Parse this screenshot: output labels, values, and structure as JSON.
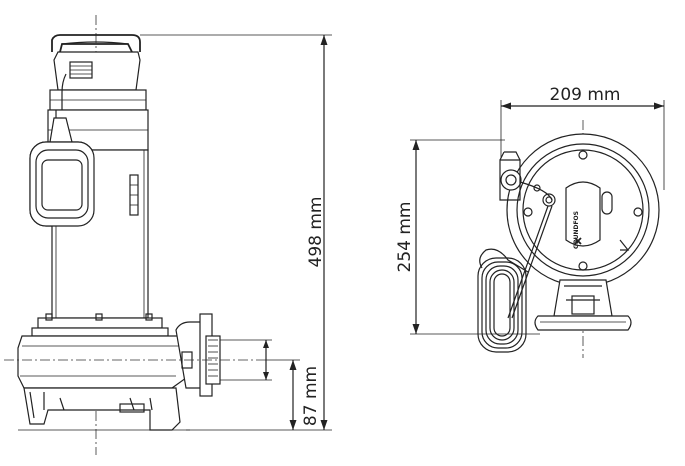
{
  "dimensions": {
    "pump_height": "498 mm",
    "outlet_height": "87 mm",
    "top_width": "209 mm",
    "top_depth": "254 mm"
  },
  "brand_label": "GRUNDFOS"
}
